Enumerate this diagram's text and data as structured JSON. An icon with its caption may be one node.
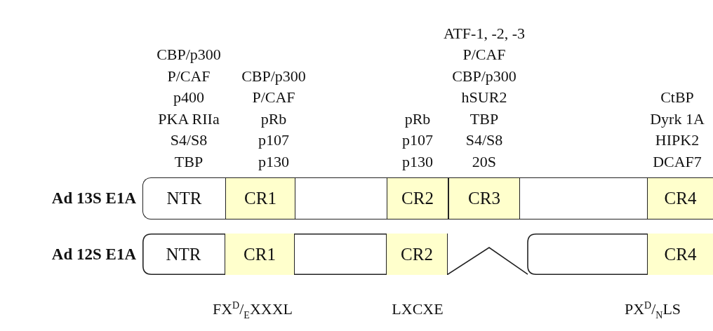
{
  "diagram": {
    "nodes": [
      {
        "text": [],
        "shape": "bar",
        "beside": [
          "Ad 13S E1A"
        ]
      },
      {
        "text": [
          "NTR"
        ],
        "in": 0,
        "beside": [
          "CBP/p300",
          "P/CAF",
          "p400",
          "PKA RIIa",
          "S4/S8",
          "TBP"
        ]
      },
      {
        "text": [
          "CR1"
        ],
        "in": 0,
        "beside": [
          "CBP/p300",
          "P/CAF",
          "pRb",
          "p107",
          "p130"
        ]
      },
      {
        "text": [
          "CR2"
        ],
        "in": 0,
        "beside": [
          "pRb",
          "p107",
          "p130"
        ]
      },
      {
        "text": [
          "CR3"
        ],
        "in": 0,
        "beside": [
          "ATF-1, -2, -3",
          "P/CAF",
          "CBP/p300",
          "hSUR2",
          "TBP",
          "S4/S8",
          "20S"
        ]
      },
      {
        "text": [
          "CR4"
        ],
        "in": 0,
        "beside": [
          "CtBP",
          "Dyrk 1A",
          "HIPK2",
          "DCAF7"
        ]
      },
      {
        "text": [],
        "shape": "bar",
        "beside": [
          "Ad 12S E1A"
        ]
      },
      {
        "text": [
          "NTR"
        ],
        "in": 6
      },
      {
        "text": [
          "CR1"
        ],
        "in": 6
      },
      {
        "text": [
          "CR2"
        ],
        "in": 6
      },
      {
        "text": [
          "CR4"
        ],
        "in": 6
      }
    ],
    "labels": [
      "FX$^{D}$/$_{E}$XXXL",
      "LXCXE",
      "PX$^{D}$/$_{N}$LS"
    ]
  }
}
